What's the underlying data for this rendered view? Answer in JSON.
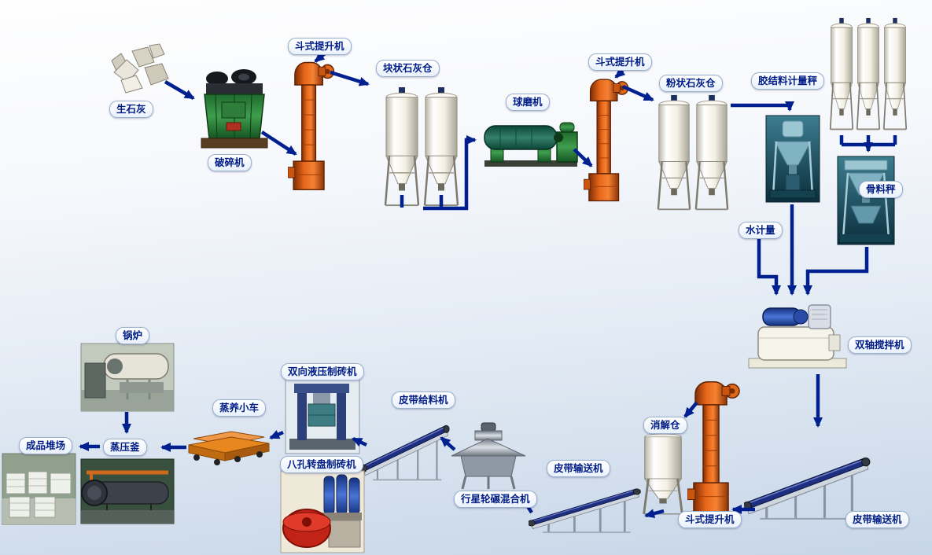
{
  "diagram": {
    "type": "process-flow",
    "subject": "sand-lime brick production line flow",
    "labels": {
      "quicklime": "生石灰",
      "crusher": "破碎机",
      "bucket_elevator_1": "斗式提升机",
      "block_lime_silo": "块状石灰仓",
      "ball_mill": "球磨机",
      "bucket_elevator_2": "斗式提升机",
      "powder_lime_silo": "粉状石灰仓",
      "binder_scale": "胶结料计量秤",
      "aggregate_scale": "骨料秤",
      "water_meter": "水计量",
      "twin_shaft_mixer": "双轴搅拌机",
      "belt_conveyor_right": "皮带输送机",
      "bucket_elevator_3": "斗式提升机",
      "digestion_silo": "消解仓",
      "belt_conveyor_mid": "皮带输送机",
      "planetary_mixer": "行星轮碾混合机",
      "belt_feeder": "皮带给料机",
      "hydraulic_brick_machine": "双向液压制砖机",
      "rotary_brick_machine": "八孔转盘制砖机",
      "steam_trolley": "蒸养小车",
      "autoclave": "蒸压釜",
      "product_yard": "成品堆场",
      "boiler": "锅炉"
    },
    "connections": [
      [
        "quicklime",
        "crusher"
      ],
      [
        "crusher",
        "bucket_elevator_1"
      ],
      [
        "bucket_elevator_1",
        "block_lime_silo"
      ],
      [
        "block_lime_silo",
        "ball_mill"
      ],
      [
        "ball_mill",
        "bucket_elevator_2"
      ],
      [
        "bucket_elevator_2",
        "powder_lime_silo"
      ],
      [
        "powder_lime_silo",
        "binder_scale"
      ],
      [
        "storage_silos",
        "aggregate_scale"
      ],
      [
        "binder_scale",
        "twin_shaft_mixer"
      ],
      [
        "aggregate_scale",
        "twin_shaft_mixer"
      ],
      [
        "water_meter",
        "twin_shaft_mixer"
      ],
      [
        "twin_shaft_mixer",
        "belt_conveyor_right"
      ],
      [
        "belt_conveyor_right",
        "bucket_elevator_3"
      ],
      [
        "bucket_elevator_3",
        "digestion_silo"
      ],
      [
        "digestion_silo",
        "belt_conveyor_mid"
      ],
      [
        "belt_conveyor_mid",
        "planetary_mixer"
      ],
      [
        "planetary_mixer",
        "belt_feeder"
      ],
      [
        "belt_feeder",
        "brick_machines"
      ],
      [
        "brick_machines",
        "steam_trolley"
      ],
      [
        "steam_trolley",
        "autoclave"
      ],
      [
        "autoclave",
        "product_yard"
      ],
      [
        "boiler",
        "autoclave"
      ]
    ],
    "colors": {
      "arrow": "#00208f",
      "label_text": "#001d85",
      "label_border": "#9ab0cf",
      "elevator_orange": "#e8661a",
      "machine_green": "#2e7d3a",
      "silo_white": "#f3f0e4",
      "background_top": "#fefefe",
      "background_bottom": "#c7d6e8"
    }
  }
}
